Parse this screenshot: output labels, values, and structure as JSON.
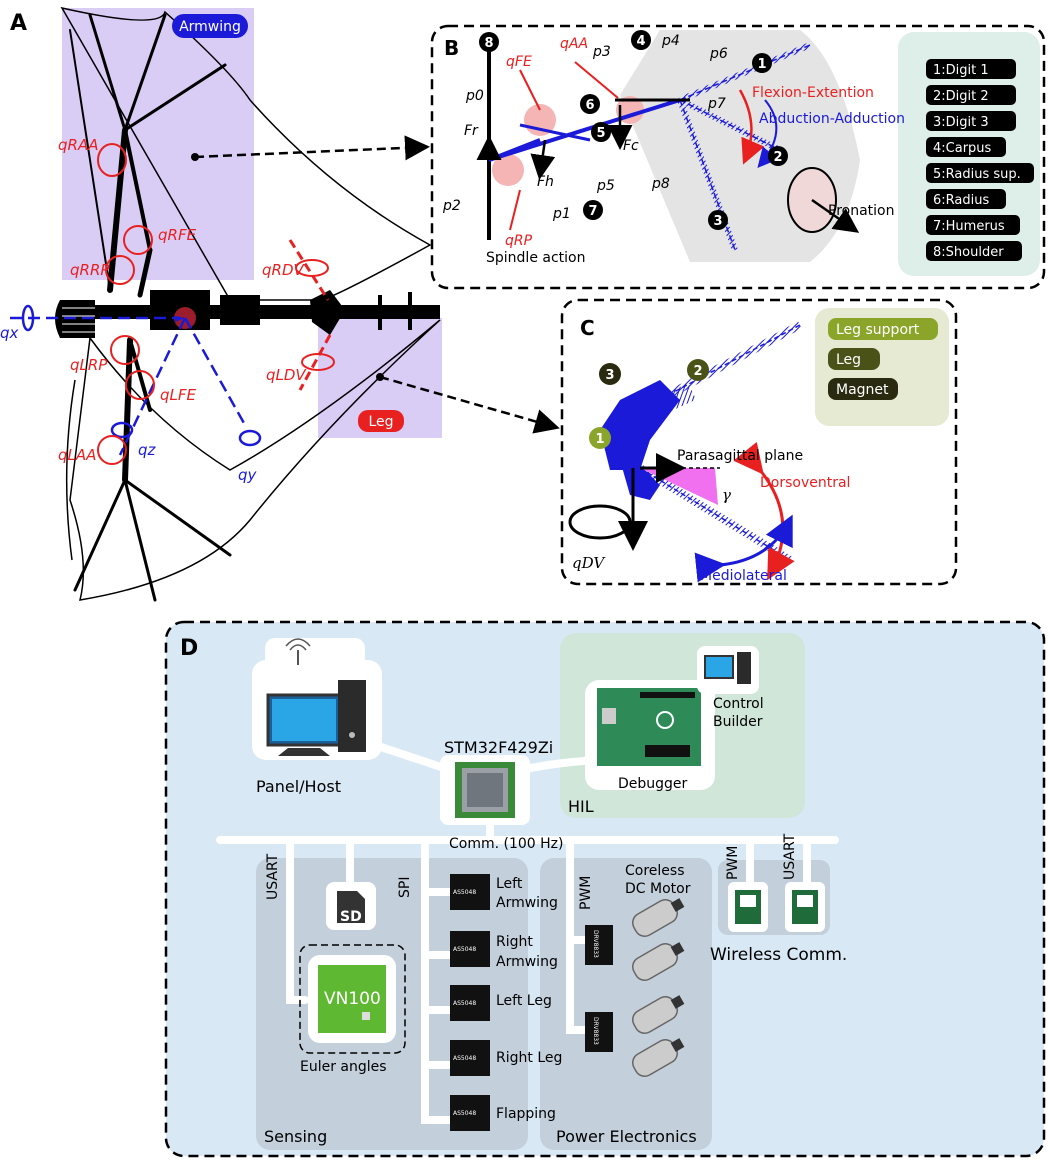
{
  "panel_letters": {
    "a": "A",
    "b": "B",
    "c": "C",
    "d": "D"
  },
  "panel_a": {
    "armwing_label": "Armwing",
    "leg_label": "Leg",
    "joint_labels": {
      "q_aa_r": "qRAA",
      "q_fe_r": "qRFE",
      "q_rp_r": "qRRP",
      "q_rp_l": "qLRP",
      "q_fe_l": "qLFE",
      "q_aa_l": "qLAA",
      "q_dv_r": "qRDV",
      "q_dv_l": "qLDV",
      "q_x": "qx",
      "q_y": "qy",
      "q_z": "qz"
    }
  },
  "panel_b": {
    "labels": {
      "q_fe": "qFE",
      "q_aa": "qAA",
      "q_rp": "qRP",
      "p0": "p0",
      "p1": "p1",
      "p2": "p2",
      "p3": "p3",
      "p4": "p4",
      "p5": "p5",
      "p6": "p6",
      "p7": "p7",
      "p8": "p8",
      "f_r": "Fr",
      "f_h": "Fh",
      "f_c": "Fc",
      "spindle": "Spindle action",
      "flexion": "Flexion-Extention",
      "abduction": "Abduction-Adduction",
      "pronation": "Pronation"
    },
    "node_numbers": [
      "1",
      "2",
      "3",
      "4",
      "5",
      "6",
      "7",
      "8"
    ],
    "legend": [
      "1:Digit 1",
      "2:Digit 2",
      "3:Digit 3",
      "4:Carpus",
      "5:Radius sup.",
      "6:Radius",
      "7:Humerus",
      "8:Shoulder"
    ]
  },
  "panel_c": {
    "legend": [
      "Leg support",
      "Leg",
      "Magnet"
    ],
    "node_numbers": [
      "1",
      "2",
      "3"
    ],
    "labels": {
      "parasagittal": "Parasagittal plane",
      "dorsoventral": "Dorsoventral",
      "mediolateral": "Mediolateral",
      "gamma": "γ",
      "q_dv": "qDV"
    }
  },
  "panel_d": {
    "panel_host": "Panel/Host",
    "mcu": "STM32F429Zi",
    "hil": "HIL",
    "debugger": "Debugger",
    "control_builder": [
      "Control",
      "Builder"
    ],
    "comm": "Comm. (100 Hz)",
    "usart": "USART",
    "spi": "SPI",
    "pwm": "PWM",
    "sd": "SD",
    "vn100": "VN100",
    "euler": "Euler angles",
    "sensing": "Sensing",
    "encoders": [
      "Left Armwing",
      "Right Armwing",
      "Left Leg",
      "Right Leg",
      "Flapping"
    ],
    "encoder_lines": [
      [
        "Left",
        "Armwing"
      ],
      [
        "Right",
        "Armwing"
      ],
      [
        "Left Leg"
      ],
      [
        "Right Leg"
      ],
      [
        "Flapping"
      ]
    ],
    "chip_text": "AS5048",
    "driver_text": "DRV8833",
    "motor_title": [
      "Coreless",
      "DC Motor"
    ],
    "power": "Power Electronics",
    "wireless": "Wireless Comm.",
    "pwm2": "PWM",
    "usart2": "USART"
  },
  "colors": {
    "purple_region": "#d9ccf5",
    "gray_region": "#e4e4e4",
    "teal_legend": "#deeee9",
    "olive_legend": "#e6ead2",
    "blue": "#1a1ad8",
    "red": "#e82020",
    "magenta": "#f070f0",
    "d_background": "#d8e8f5",
    "hil_green": "#cfe6d9",
    "sensing_gray": "#c3cfda"
  }
}
